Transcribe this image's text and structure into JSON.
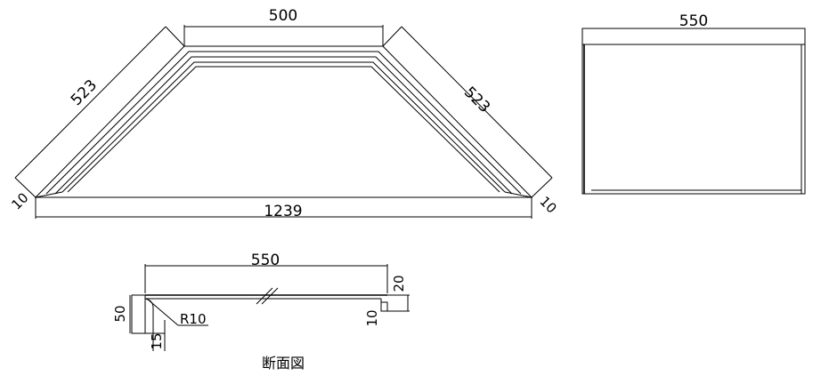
{
  "top_view": {
    "dim_top": "500",
    "dim_left_slope": "523",
    "dim_right_slope": "523",
    "dim_bottom": "1239",
    "dim_left_edge": "10",
    "dim_right_edge": "10"
  },
  "side_view": {
    "dim_width": "550"
  },
  "section_view": {
    "dim_width": "550",
    "dim_height": "50",
    "dim_radius": "R10",
    "dim_lip": "15",
    "dim_right_height": "20",
    "dim_right_step": "10",
    "caption": "断面図"
  }
}
